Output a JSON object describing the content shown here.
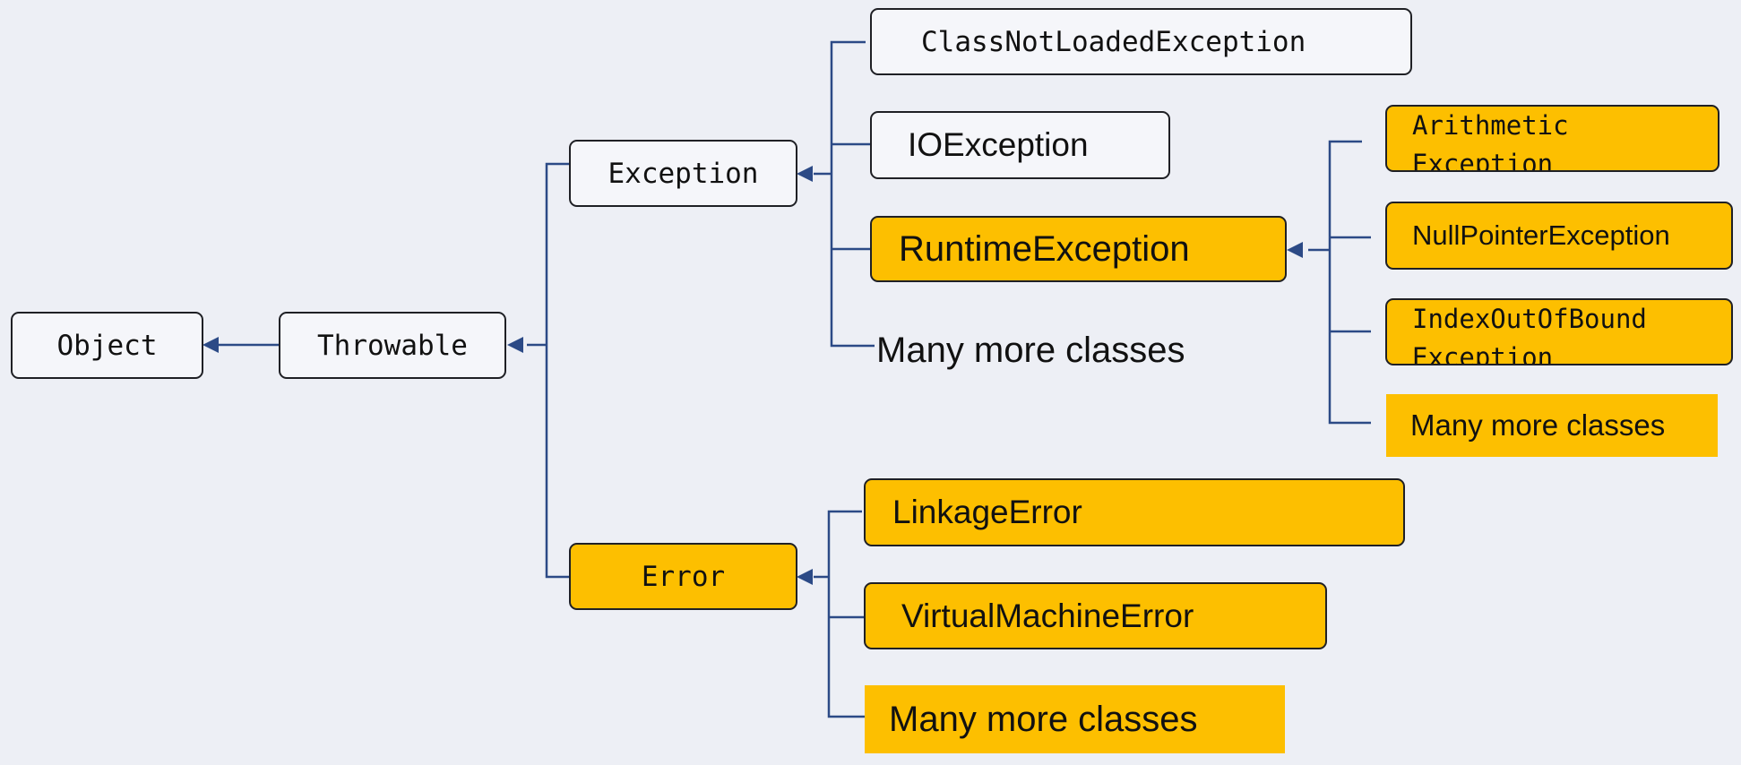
{
  "nodes": {
    "object": "Object",
    "throwable": "Throwable",
    "exception": "Exception",
    "error": "Error",
    "class_not_loaded_exception": "ClassNotLoadedException",
    "io_exception": "IOException",
    "runtime_exception": "RuntimeException",
    "exception_many_more": "Many more classes",
    "arithmetic_exception": "Arithmetic\nException",
    "null_pointer_exception": "NullPointerException",
    "index_out_of_bound_exception": "IndexOutOfBound\nException",
    "runtime_many_more": "Many more classes",
    "linkage_error": "LinkageError",
    "virtual_machine_error": "VirtualMachineError",
    "error_many_more": "Many more classes"
  },
  "colors": {
    "background": "#edeff5",
    "connector": "#2c4a86",
    "highlight": "#fdbf00",
    "plain_box": "#f5f6fa"
  }
}
